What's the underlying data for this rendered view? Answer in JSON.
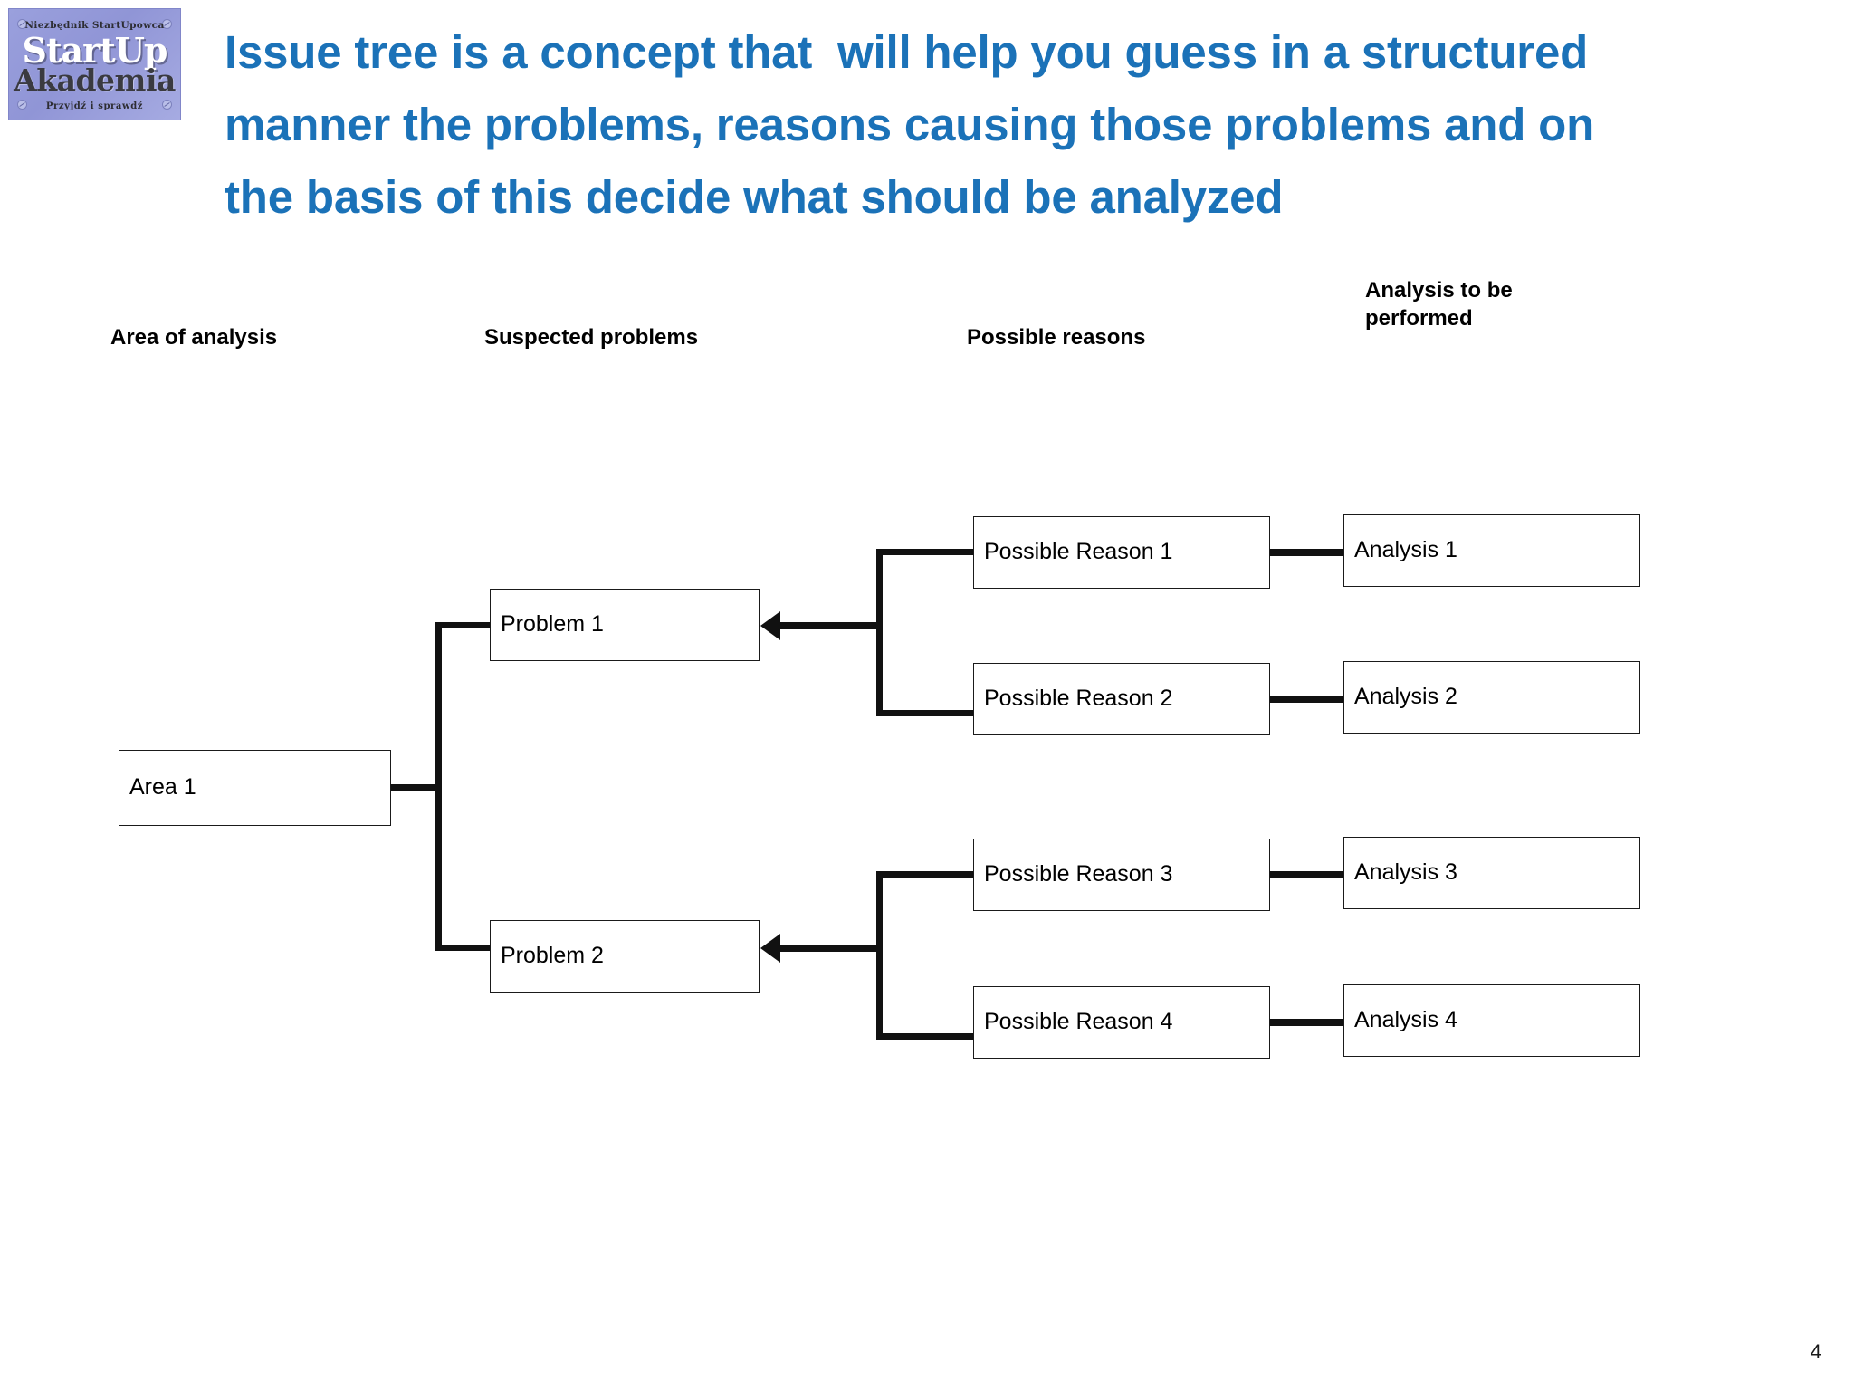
{
  "logo": {
    "top_text": "Niezbędnik StartUpowca",
    "word1": "StartUp",
    "word2": "Akademia",
    "bottom_text": "Przyjdź i sprawdź",
    "background_color": "#9096d8"
  },
  "title": {
    "color": "#1B72B8",
    "line1": "Issue tree is a concept that  will help you guess in a structured",
    "line2": "manner the problems, reasons causing those problems and on",
    "line3": "the basis of this decide what should be analyzed"
  },
  "column_headers": {
    "area": "Area of analysis",
    "problems": "Suspected problems",
    "reasons": "Possible reasons",
    "analysis_line1": "Analysis to be",
    "analysis_line2": "performed"
  },
  "diagram": {
    "area": {
      "label": "Area 1"
    },
    "problems": [
      {
        "label": "Problem 1"
      },
      {
        "label": "Problem 2"
      }
    ],
    "reasons": [
      {
        "label": "Possible Reason 1"
      },
      {
        "label": "Possible Reason 2"
      },
      {
        "label": "Possible Reason 3"
      },
      {
        "label": "Possible Reason 4"
      }
    ],
    "analyses": [
      {
        "label": "Analysis 1"
      },
      {
        "label": "Analysis 2"
      },
      {
        "label": "Analysis 3"
      },
      {
        "label": "Analysis 4"
      }
    ]
  },
  "footer": {
    "page_number": "4"
  }
}
